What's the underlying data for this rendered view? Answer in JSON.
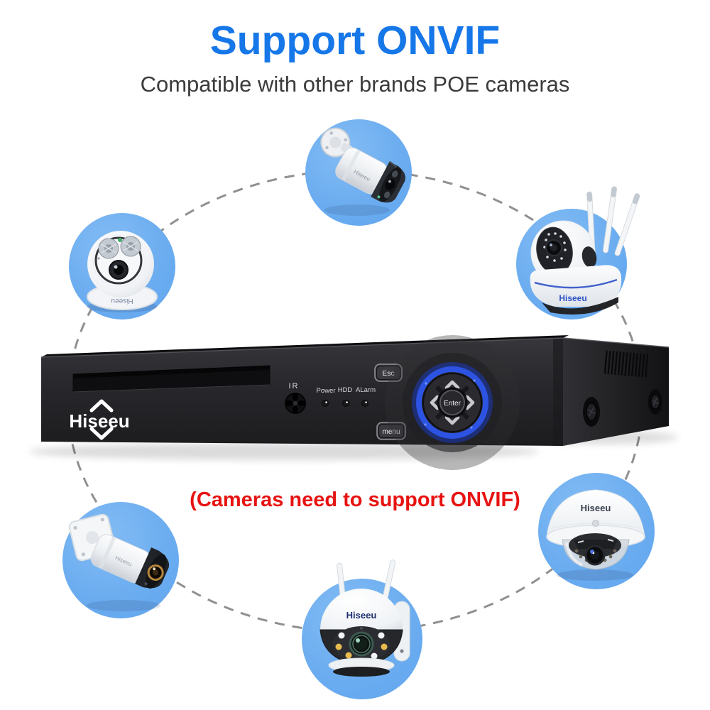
{
  "header": {
    "title": "Support ONVIF",
    "subtitle": "Compatible with other brands POE cameras"
  },
  "note": {
    "text": "(Cameras need to support ONVIF)"
  },
  "recorder": {
    "brand_logo": "Hiseeu",
    "ir_label": "IR",
    "led_labels": [
      "Power",
      "HDD",
      "ALarm"
    ],
    "buttons": {
      "esc": "Esc",
      "menu": "menu",
      "enter": "Enter"
    }
  },
  "cameras": [
    {
      "position": "top-center",
      "type": "bullet-poe-camera",
      "brand_label": "Hiseeu"
    },
    {
      "position": "top-left",
      "type": "dome-camera",
      "brand_label": "Hiseeu"
    },
    {
      "position": "top-right",
      "type": "pan-tilt-wifi-camera",
      "brand_label": "Hiseeu"
    },
    {
      "position": "bottom-left",
      "type": "bullet-poe-camera",
      "brand_label": "Hiseeu"
    },
    {
      "position": "bottom-center",
      "type": "ptz-wifi-camera",
      "brand_label": "Hiseeu"
    },
    {
      "position": "bottom-right",
      "type": "vandal-dome-camera",
      "brand_label": "Hiseeu"
    }
  ],
  "colors": {
    "title_blue": "#1677e8",
    "subtitle_gray": "#3b3b3b",
    "note_red": "#e71312",
    "circle_blue": "#6cadf0",
    "dashed_line_gray": "#909090",
    "nav_ring_blue": "#2e55e8",
    "recorder_body_black": "#28282c"
  }
}
